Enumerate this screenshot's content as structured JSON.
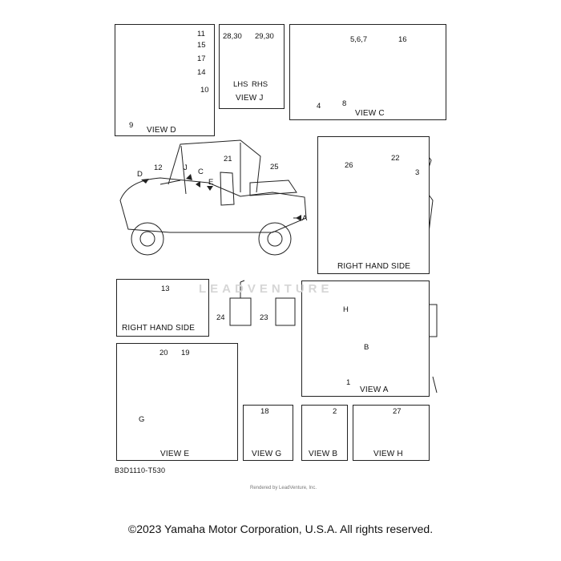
{
  "panels": {
    "view_d": {
      "title": "VIEW D",
      "callouts": [
        "11",
        "15",
        "17",
        "14",
        "10",
        "9"
      ]
    },
    "view_j": {
      "title": "VIEW J",
      "callouts": [
        "28,30",
        "29,30"
      ],
      "side_labels": [
        "LHS",
        "RHS"
      ]
    },
    "view_c": {
      "title": "VIEW C",
      "callouts": [
        "5,6,7",
        "16",
        "4",
        "8"
      ]
    },
    "left_side": {
      "callouts": [
        "D",
        "12",
        "J",
        "C",
        "E",
        "21",
        "25",
        "A"
      ]
    },
    "right_side": {
      "title": "RIGHT HAND SIDE",
      "callouts": [
        "26",
        "22",
        "3"
      ]
    },
    "right_small": {
      "title": "RIGHT HAND SIDE",
      "callouts": [
        "13"
      ]
    },
    "tags": {
      "callouts": [
        "24",
        "23"
      ]
    },
    "view_a": {
      "title": "VIEW A",
      "callouts": [
        "H",
        "B",
        "1"
      ]
    },
    "view_e": {
      "title": "VIEW E",
      "callouts": [
        "20",
        "19",
        "G"
      ]
    },
    "view_g": {
      "title": "VIEW G",
      "callouts": [
        "18"
      ]
    },
    "view_b": {
      "title": "VIEW B",
      "callouts": [
        "2"
      ]
    },
    "view_h": {
      "title": "VIEW H",
      "callouts": [
        "27"
      ]
    }
  },
  "part_code": "B3D1110-T530",
  "watermark": "LEADVENTURE",
  "render_credit": "Rendered by LeadVenture, Inc.",
  "copyright": "©2023 Yamaha Motor Corporation, U.S.A. All rights reserved."
}
